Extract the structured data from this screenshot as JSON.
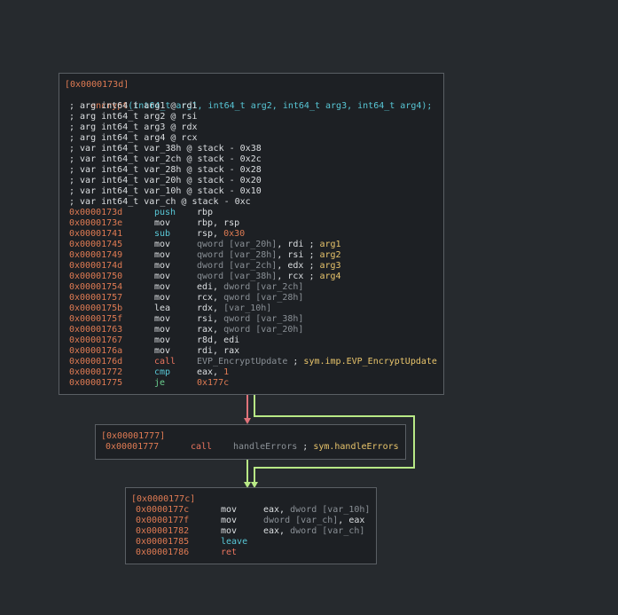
{
  "block1": {
    "header": "[0x0000173d]",
    "signature_fn": "encrypt",
    "signature_args": "(int64_t arg1, int64_t arg2, int64_t arg3, int64_t arg4);",
    "comments": [
      "; arg int64_t arg1 @ rdi",
      "; arg int64_t arg2 @ rsi",
      "; arg int64_t arg3 @ rdx",
      "; arg int64_t arg4 @ rcx",
      "; var int64_t var_38h @ stack - 0x38",
      "; var int64_t var_2ch @ stack - 0x2c",
      "; var int64_t var_28h @ stack - 0x28",
      "; var int64_t var_20h @ stack - 0x20",
      "; var int64_t var_10h @ stack - 0x10",
      "; var int64_t var_ch @ stack - 0xc"
    ],
    "instructions": [
      {
        "addr": "0x0000173d",
        "mn": "push",
        "op": "rbp",
        "cls": "mn-push"
      },
      {
        "addr": "0x0000173e",
        "mn": "mov",
        "op": "rbp, rsp",
        "cls": "mn-mov"
      },
      {
        "addr": "0x00001741",
        "mn": "sub",
        "op": "rsp, 0x30",
        "cls": "mn-sub"
      },
      {
        "addr": "0x00001745",
        "mn": "mov",
        "op": "qword [var_20h], rdi",
        "cm": "; arg1",
        "cls": "mn-mov"
      },
      {
        "addr": "0x00001749",
        "mn": "mov",
        "op": "qword [var_28h], rsi",
        "cm": "; arg2",
        "cls": "mn-mov"
      },
      {
        "addr": "0x0000174d",
        "mn": "mov",
        "op": "dword [var_2ch], edx",
        "cm": "; arg3",
        "cls": "mn-mov"
      },
      {
        "addr": "0x00001750",
        "mn": "mov",
        "op": "qword [var_38h], rcx",
        "cm": "; arg4",
        "cls": "mn-mov"
      },
      {
        "addr": "0x00001754",
        "mn": "mov",
        "op": "edi, dword [var_2ch]",
        "cls": "mn-mov"
      },
      {
        "addr": "0x00001757",
        "mn": "mov",
        "op": "rcx, qword [var_28h]",
        "cls": "mn-mov"
      },
      {
        "addr": "0x0000175b",
        "mn": "lea",
        "op": "rdx, [var_10h]",
        "cls": "mn-lea"
      },
      {
        "addr": "0x0000175f",
        "mn": "mov",
        "op": "rsi, qword [var_38h]",
        "cls": "mn-mov"
      },
      {
        "addr": "0x00001763",
        "mn": "mov",
        "op": "rax, qword [var_20h]",
        "cls": "mn-mov"
      },
      {
        "addr": "0x00001767",
        "mn": "mov",
        "op": "r8d, edi",
        "cls": "mn-mov"
      },
      {
        "addr": "0x0000176a",
        "mn": "mov",
        "op": "rdi, rax",
        "cls": "mn-mov"
      },
      {
        "addr": "0x0000176d",
        "mn": "call",
        "op": "EVP_EncryptUpdate",
        "cm": "; sym.imp.EVP_EncryptUpdate",
        "cls": "mn-call"
      },
      {
        "addr": "0x00001772",
        "mn": "cmp",
        "op": "eax, 1",
        "cls": "mn-cmp"
      },
      {
        "addr": "0x00001775",
        "mn": "je",
        "op": "0x177c",
        "cls": "mn-je"
      }
    ]
  },
  "block2": {
    "header": "[0x00001777]",
    "instructions": [
      {
        "addr": "0x00001777",
        "mn": "call",
        "op": "handleErrors",
        "cm": "; sym.handleErrors",
        "cls": "mn-call"
      }
    ]
  },
  "block3": {
    "header": "[0x0000177c]",
    "instructions": [
      {
        "addr": "0x0000177c",
        "mn": "mov",
        "op": "eax, dword [var_10h]",
        "cls": "mn-mov"
      },
      {
        "addr": "0x0000177f",
        "mn": "mov",
        "op": "dword [var_ch], eax",
        "cls": "mn-mov"
      },
      {
        "addr": "0x00001782",
        "mn": "mov",
        "op": "eax, dword [var_ch]",
        "cls": "mn-mov"
      },
      {
        "addr": "0x00001785",
        "mn": "leave",
        "op": "",
        "cls": "mn-leave"
      },
      {
        "addr": "0x00001786",
        "mn": "ret",
        "op": "",
        "cls": "mn-ret"
      }
    ]
  },
  "edges": {
    "false_color": "#e0737a",
    "true_color": "#b8e986",
    "flow_color": "#b8e986"
  }
}
